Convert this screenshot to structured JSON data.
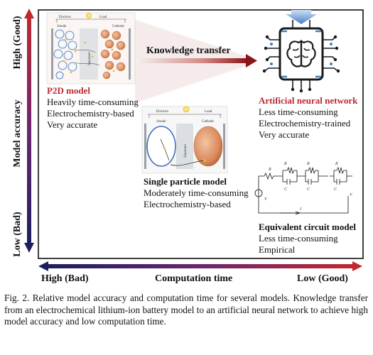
{
  "axes": {
    "y_title": "Model accuracy",
    "y_high": "High (Good)",
    "y_low": "Low (Bad)",
    "x_title": "Computation time",
    "x_left": "High (Bad)",
    "x_right": "Low (Good)"
  },
  "arrow_label": "Knowledge transfer",
  "models": {
    "p2d": {
      "title": "P2D model",
      "lines": [
        "Heavily time-consuming",
        "Electrochemistry-based",
        "Very accurate"
      ]
    },
    "ann": {
      "title": "Artificial neural network",
      "lines": [
        "Less time-consuming",
        "Electrochemistry-trained",
        "Very accurate"
      ]
    },
    "spm": {
      "title": "Single particle model",
      "lines": [
        "Moderately time-consuming",
        "Electrochemistry-based"
      ]
    },
    "ecm": {
      "title": "Equivalent circuit model",
      "lines": [
        "Less time-consuming",
        "Empirical"
      ]
    }
  },
  "diagram_labels": {
    "electron": "Electron",
    "load": "Load",
    "anode": "Anode",
    "cathode": "Cathode",
    "separator": "Separator",
    "r0": "R",
    "rp1": "R",
    "rp2": "R",
    "rpn": "R",
    "cp1": "C",
    "cp2": "C",
    "cpn": "C",
    "vocv": "V",
    "vt": "V",
    "current": "I"
  },
  "caption": "Fig. 2.   Relative model accuracy and computation time for several models. Knowledge transfer from an electrochemical lithium-ion battery model to an artificial neural network to achieve high model accuracy and low computation time.",
  "colors": {
    "axis_top": "#c0282e",
    "axis_bottom": "#1c1f5e",
    "highlight": "#c0282e"
  }
}
